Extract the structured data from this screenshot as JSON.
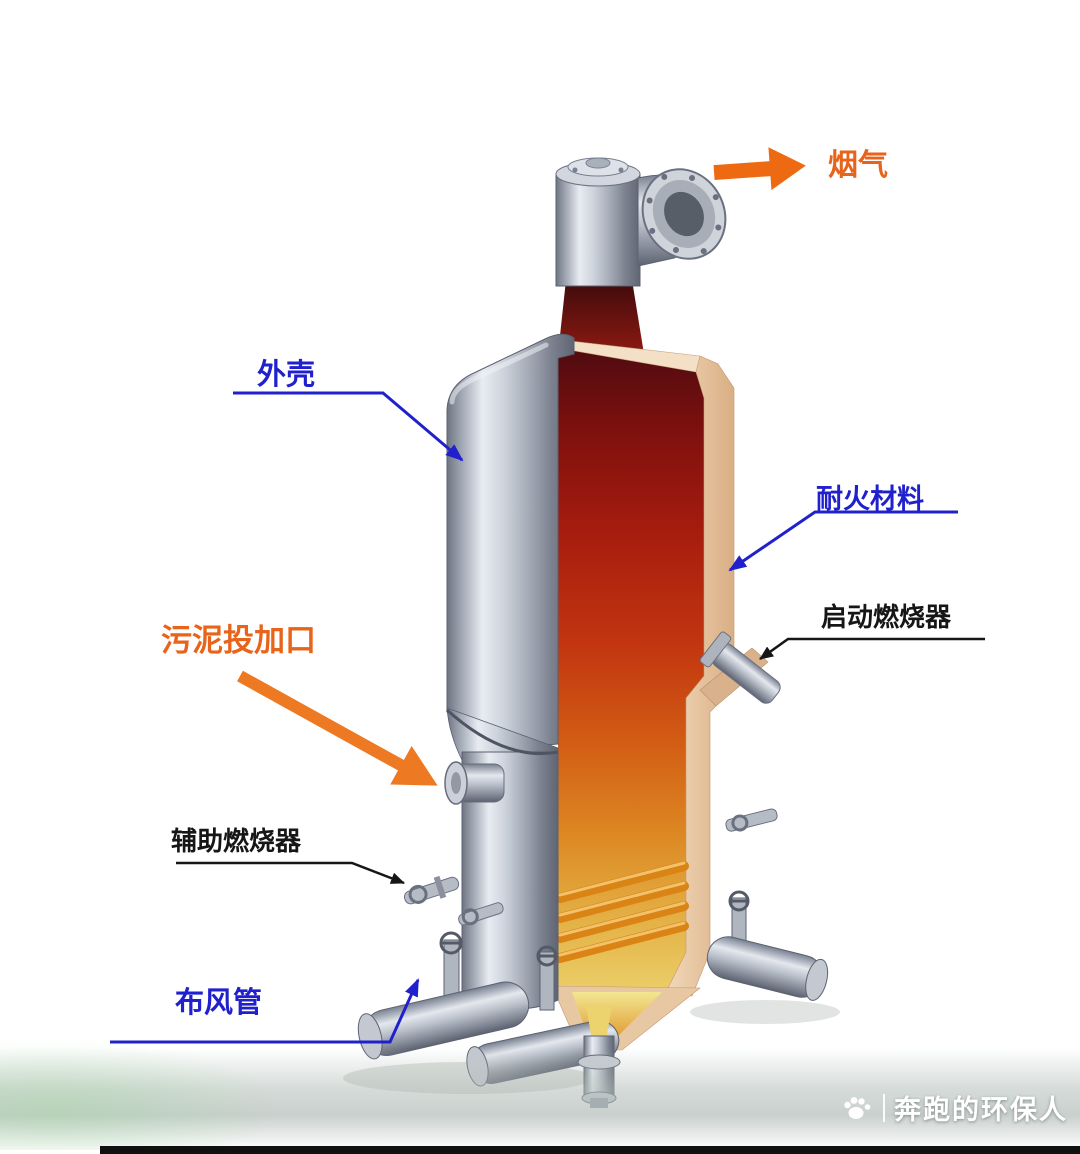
{
  "labels": {
    "flue_gas": "烟气",
    "shell": "外壳",
    "refractory": "耐火材料",
    "startup_burner": "启动燃烧器",
    "sludge_inlet": "污泥投加口",
    "aux_burner": "辅助燃烧器",
    "air_pipe": "布风管"
  },
  "watermark": {
    "text": "奔跑的环保人"
  },
  "colors": {
    "label_blue": "#2021cc",
    "label_orange": "#e8641a",
    "label_black": "#161616",
    "arrow_orange": "#ed6a12",
    "fire_top": "#4f0b10",
    "fire_bottom": "#ecd36e",
    "refractory": "#e9c49c",
    "metal": "#c3c9d2"
  }
}
